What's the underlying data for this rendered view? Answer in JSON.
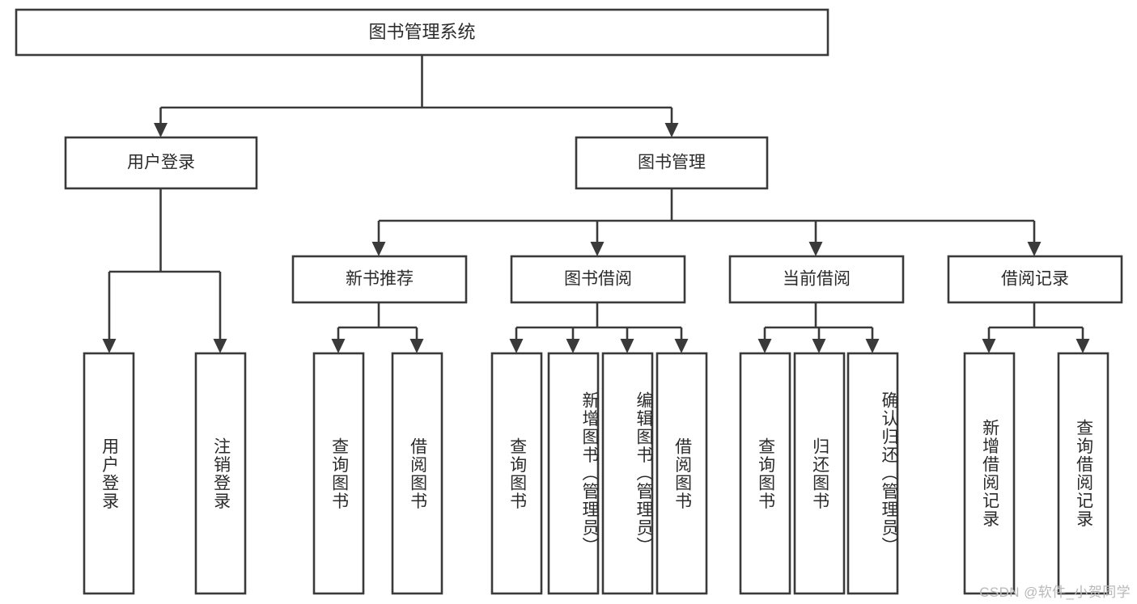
{
  "diagram": {
    "title": "图书管理系统",
    "type": "tree-hierarchy-chart",
    "watermark": "CSDN @软件_小贺同学",
    "colors": {
      "background": "#ffffff",
      "box_stroke": "#3a3a3a",
      "box_fill": "#ffffff",
      "text": "#2b2b2b",
      "watermark": "#b9b9b9"
    },
    "root": {
      "label": "图书管理系统"
    },
    "level1": [
      {
        "label": "用户登录"
      },
      {
        "label": "图书管理"
      }
    ],
    "level2": [
      {
        "label": "新书推荐"
      },
      {
        "label": "图书借阅"
      },
      {
        "label": "当前借阅"
      },
      {
        "label": "借阅记录"
      }
    ],
    "leaves": {
      "user_login": [
        {
          "label": "用户登录"
        },
        {
          "label": "注销登录"
        }
      ],
      "new_book_recommend": [
        {
          "label": "查询图书"
        },
        {
          "label": "借阅图书"
        }
      ],
      "book_borrow": [
        {
          "label": "查询图书"
        },
        {
          "label": "新增图书（管理员）"
        },
        {
          "label": "编辑图书（管理员）"
        },
        {
          "label": "借阅图书"
        }
      ],
      "current_borrow": [
        {
          "label": "查询图书"
        },
        {
          "label": "归还图书"
        },
        {
          "label": "确认归还（管理员）"
        }
      ],
      "borrow_record": [
        {
          "label": "新增借阅记录"
        },
        {
          "label": "查询借阅记录"
        }
      ]
    }
  }
}
